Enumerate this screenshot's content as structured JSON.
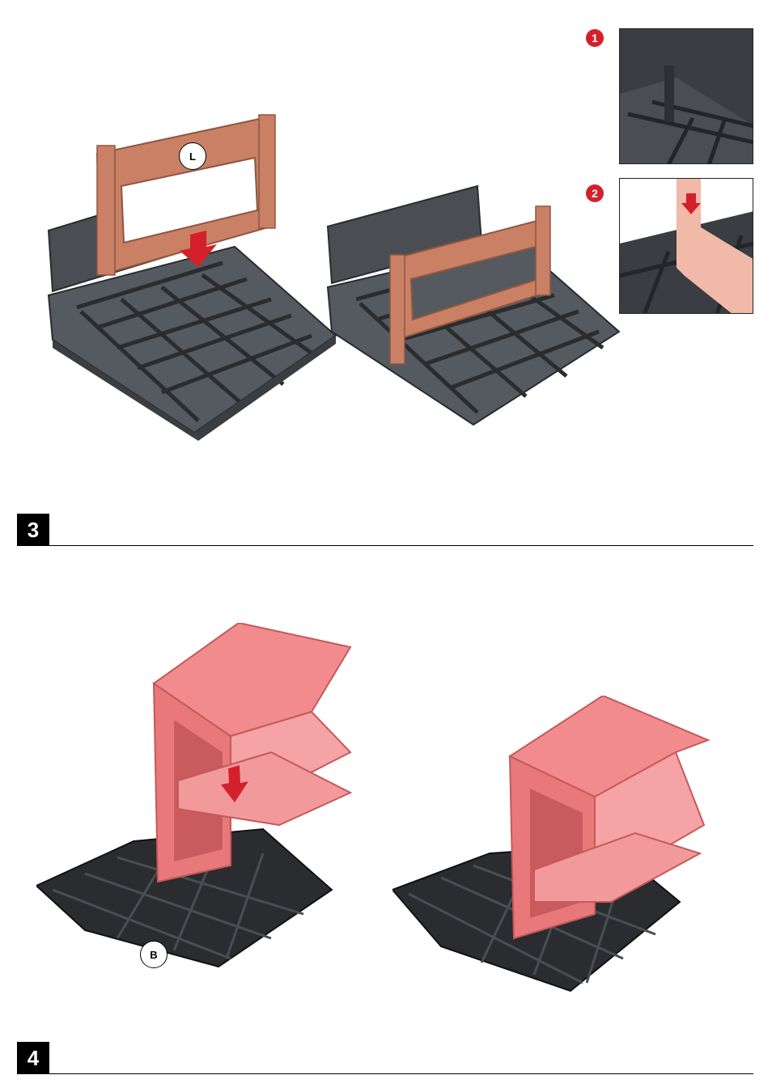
{
  "steps": [
    {
      "number": "3"
    },
    {
      "number": "4"
    }
  ],
  "callouts": [
    "1",
    "2"
  ],
  "labels": {
    "part_l": "L",
    "part_b": "B"
  },
  "colors": {
    "frame_brown": "#c98064",
    "frame_pink": "#e8787a",
    "tray_gray": "#4a4e53",
    "tray_dark": "#2a2c2f",
    "arrow_red": "#d4202c",
    "callout_red": "#d4202c"
  }
}
